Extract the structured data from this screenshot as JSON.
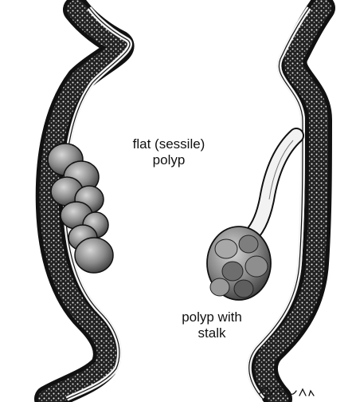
{
  "labels": {
    "sessile_line1": "flat (sessile)",
    "sessile_line2": "polyp",
    "stalk_line1": "polyp with",
    "stalk_line2": "stalk"
  },
  "signature": "R. Paal M.D.",
  "colors": {
    "ink": "#111111",
    "wall_dark": "#1d1d1d",
    "wall_light": "#f4f4f4",
    "polyp_fill": "#9a9a9a",
    "background": "#ffffff"
  }
}
